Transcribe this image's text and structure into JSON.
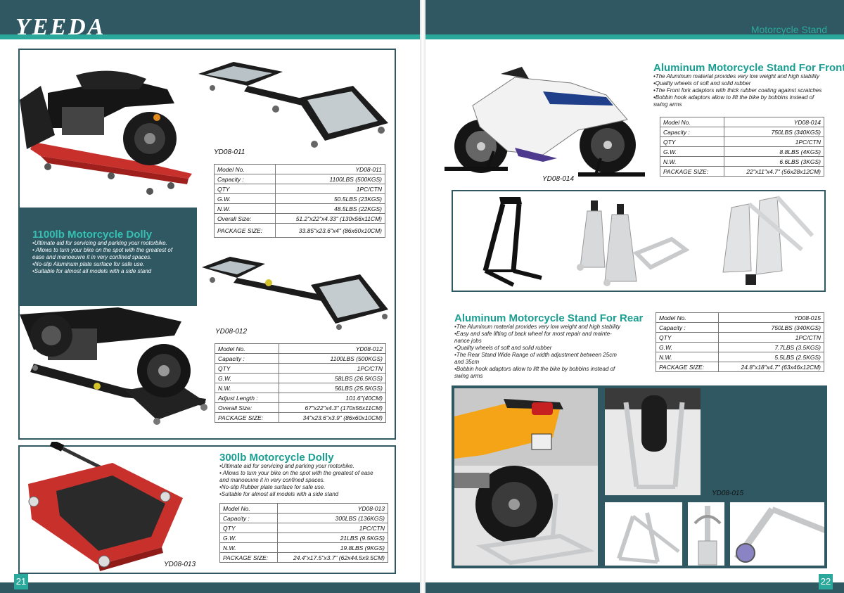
{
  "brand": "YEEDA",
  "section": "Motorcycle Stand",
  "pages": {
    "left": "21",
    "right": "22"
  },
  "dolly1100": {
    "model_label": "YD08-011",
    "title": "1100lb Motorcycle Dolly",
    "bullets": [
      "•Ultimate aid for servicing and parking your motorbike.",
      "• Allows to turn your bike on the spot with the greatest of",
      "ease and manoeuvre it in very confined spaces.",
      "•No-slip Aluminum plate surface for safe use.",
      "•Suitable for almost all models with a side stand"
    ],
    "spec": [
      [
        "Model No.",
        "YD08-011"
      ],
      [
        "Capacity :",
        "1100LBS (500KGS)"
      ],
      [
        "QTY",
        "1PC/CTN"
      ],
      [
        "G.W.",
        "50.5LBS (23KGS)"
      ],
      [
        "N.W.",
        "48.5LBS (22KGS)"
      ],
      [
        "Overall Size:",
        "51.2\"x22\"x4.33\" (130x56x11CM)"
      ],
      [
        "PACKAGE SIZE:",
        "33.85\"x23.6\"x4\" (86x60x10CM)"
      ]
    ]
  },
  "dolly012": {
    "model_label": "YD08-012",
    "spec": [
      [
        "Model No.",
        "YD08-012"
      ],
      [
        "Capacity :",
        "1100LBS (500KGS)"
      ],
      [
        "QTY",
        "1PC/CTN"
      ],
      [
        "G.W.",
        "58LBS (26.5KGS)"
      ],
      [
        "N.W.",
        "56LBS (25.5KGS)"
      ],
      [
        "Adjust Length :",
        "101.6\"(40CM)"
      ],
      [
        "Overall Size:",
        "67\"x22\"x4.3\" (170x56x11CM)"
      ],
      [
        "PACKAGE SIZE:",
        "34\"x23.6\"x3.9\" (86x60x10CM)"
      ]
    ]
  },
  "dolly300": {
    "model_label": "YD08-013",
    "title": "300lb Motorcycle Dolly",
    "bullets": [
      "•Ultimate aid for servicing and parking your motorbike.",
      "• Allows to turn your bike on the spot with the greatest of ease",
      "and manoeuvre it in very confined spaces.",
      "•No-slip Rubber plate surface for safe use.",
      "•Suitable for almost all models with a side stand"
    ],
    "spec": [
      [
        "Model No.",
        "YD08-013"
      ],
      [
        "Capacity :",
        "300LBS (136KGS)"
      ],
      [
        "QTY",
        "1PC/CTN"
      ],
      [
        "G.W.",
        "21LBS (9.5KGS)"
      ],
      [
        "N.W.",
        "19.8LBS (9KGS)"
      ],
      [
        "PACKAGE SIZE:",
        "24.4\"x17.5\"x3.7\" (62x44.5x9.5CM)"
      ]
    ]
  },
  "standFront": {
    "model_label": "YD08-014",
    "title": "Aluminum Motorcycle Stand For Front",
    "bullets": [
      "•The Aluminum material provides very low weight and high stability",
      "•Quality wheels of soft and solid rubber",
      "•The Front fork adaptors with thick rubber coating against scratches",
      "•Bobbin hook adaptors allow to lift the bike by bobbins instead of",
      "swing arms"
    ],
    "spec": [
      [
        "Model No.",
        "YD08-014"
      ],
      [
        "Capacity :",
        "750LBS (340KGS)"
      ],
      [
        "QTY",
        "1PC/CTN"
      ],
      [
        "G.W.",
        "8.8LBS (4KGS)"
      ],
      [
        "N.W.",
        "6.6LBS (3KGS)"
      ],
      [
        "PACKAGE SIZE:",
        "22\"x11\"x4.7\" (56x28x12CM)"
      ]
    ]
  },
  "standRear": {
    "model_label": "YD08-015",
    "title": "Aluminum Motorcycle Stand For Rear",
    "bullets": [
      "•The Aluminum material provides very low weight and high stability",
      "•Easy and safe lifting of back wheel for most repair and mainte-",
      "nance jobs",
      "•Quality wheels of soft and solid rubber",
      "•The Rear Stand Wide Range of width adjustment between 25cm",
      "and 35cm",
      "•Bobbin hook adaptors allow to lift the bike by bobbins instead of",
      "swing arms"
    ],
    "spec": [
      [
        "Model No.",
        "YD08-015"
      ],
      [
        "Capacity :",
        "750LBS (340KGS)"
      ],
      [
        "QTY",
        "1PC/CTN"
      ],
      [
        "G.W.",
        "7.7LBS (3.5KGS)"
      ],
      [
        "N.W.",
        "5.5LBS (2.5KGS)"
      ],
      [
        "PACKAGE SIZE:",
        "24.8\"x18\"x4.7\" (63x46x12CM)"
      ]
    ]
  },
  "colors": {
    "header": "#2f5863",
    "accent": "#2aa89c",
    "title": "#1a9e92",
    "dolly_red": "#c8302c"
  }
}
